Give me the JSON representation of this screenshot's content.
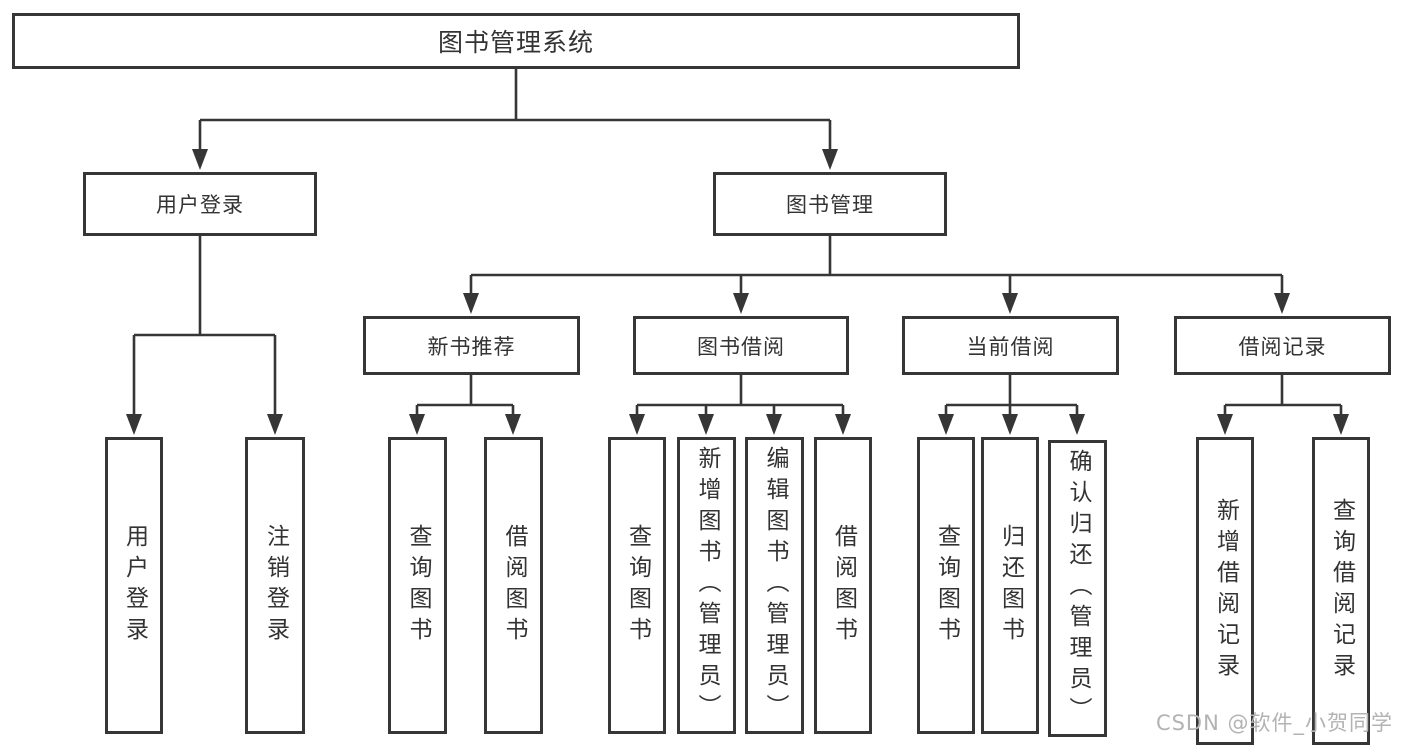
{
  "diagram": {
    "root": {
      "label": "图书管理系统"
    },
    "level2": [
      {
        "label": "用户登录"
      },
      {
        "label": "图书管理"
      }
    ],
    "level3": [
      {
        "label": "新书推荐"
      },
      {
        "label": "图书借阅"
      },
      {
        "label": "当前借阅"
      },
      {
        "label": "借阅记录"
      }
    ],
    "leaves": {
      "user_login": [
        "用户登录",
        "注销登录"
      ],
      "new_book": [
        "查询图书",
        "借阅图书"
      ],
      "book_borrow": [
        "查询图书",
        "新增图书（管理员）",
        "编辑图书（管理员）",
        "借阅图书"
      ],
      "current_borrow": [
        "查询图书",
        "归还图书",
        "确认归还（管理员）"
      ],
      "borrow_record": [
        "新增借阅记录",
        "查询借阅记录"
      ]
    }
  },
  "watermark": {
    "text": "CSDN @软件_小贺同学"
  },
  "colors": {
    "line": "#363636",
    "text": "#333333",
    "watermark": "#b3b3b3",
    "background": "#ffffff"
  }
}
